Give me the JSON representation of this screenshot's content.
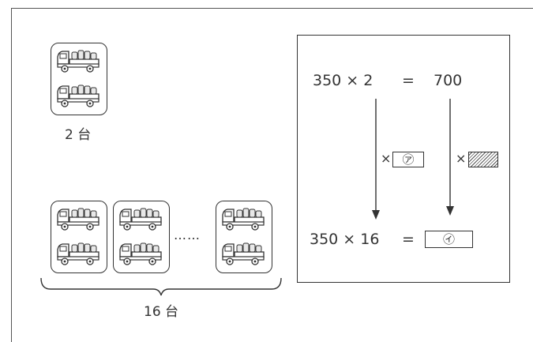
{
  "left": {
    "small_group_label": "2 台",
    "large_group_label": "16 台",
    "ellipsis": "……"
  },
  "calculation": {
    "row1": {
      "left": "350 × 2",
      "equals": "=",
      "result": "700"
    },
    "row2": {
      "left": "350 × 16",
      "equals": "=",
      "result_placeholder": "㋑"
    },
    "left_arrow_operator": "×",
    "left_arrow_box": "㋐",
    "right_arrow_operator": "×"
  },
  "colors": {
    "line": "#333333",
    "frame": "#555555",
    "background": "#ffffff"
  },
  "icons": {
    "truck": "truck-icon"
  }
}
